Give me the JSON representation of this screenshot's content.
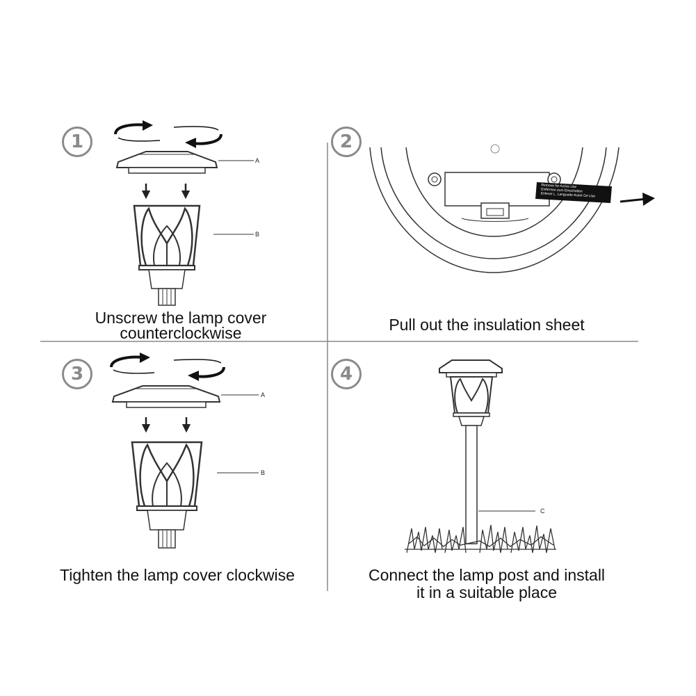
{
  "steps": [
    {
      "number": "1",
      "caption_line1": "Unscrew the lamp cover",
      "caption_line2": "counterclockwise"
    },
    {
      "number": "2",
      "caption_line1": "Pull out the insulation sheet"
    },
    {
      "number": "3",
      "caption_line1": "Tighten the lamp cover clockwise"
    },
    {
      "number": "4",
      "caption_line1": "Connect the lamp post and install",
      "caption_line2": "it in a suitable place"
    }
  ],
  "parts": {
    "cover": "A",
    "body": "B",
    "post": "C"
  },
  "insulation_sheet": {
    "line1": "Remove for Active Use",
    "line2": "Entfernen zum Einschalten",
    "line3": "Enlever L. Languette Avant Ge Use"
  }
}
